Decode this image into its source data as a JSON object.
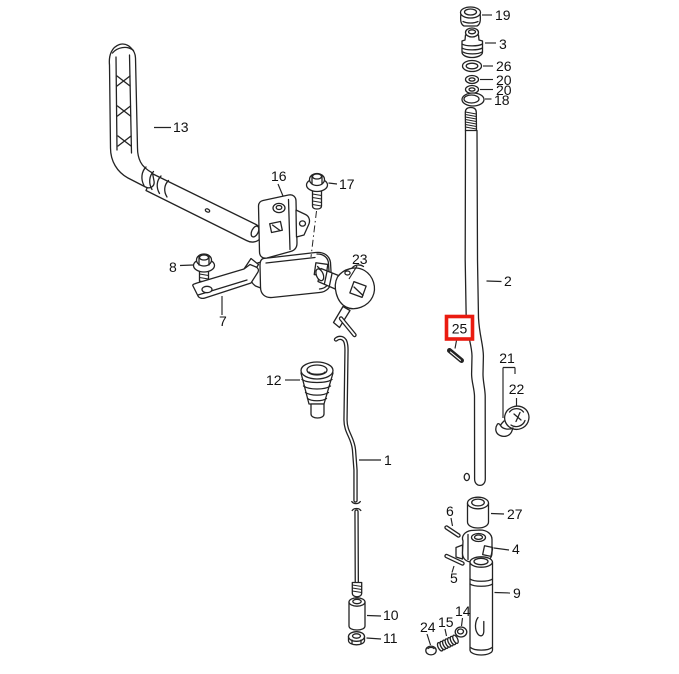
{
  "diagram": {
    "background_color": "#ffffff",
    "line_color": "#232323",
    "labels": {
      "l19": "19",
      "l3": "3",
      "l26": "26",
      "l20a": "20",
      "l20b": "20",
      "l18": "18",
      "l2": "2",
      "l25": "25",
      "l21": "21",
      "l22": "22",
      "l13": "13",
      "l16": "16",
      "l17": "17",
      "l23": "23",
      "l8": "8",
      "l7": "7",
      "l12": "12",
      "l1": "1",
      "l10": "10",
      "l11": "11",
      "l6": "6",
      "l27": "27",
      "l4": "4",
      "l5": "5",
      "l9": "9",
      "l14": "14",
      "l15": "15",
      "l24": "24"
    },
    "highlight": {
      "highlighted_label": "25",
      "box_color": "#ea1b10"
    }
  }
}
